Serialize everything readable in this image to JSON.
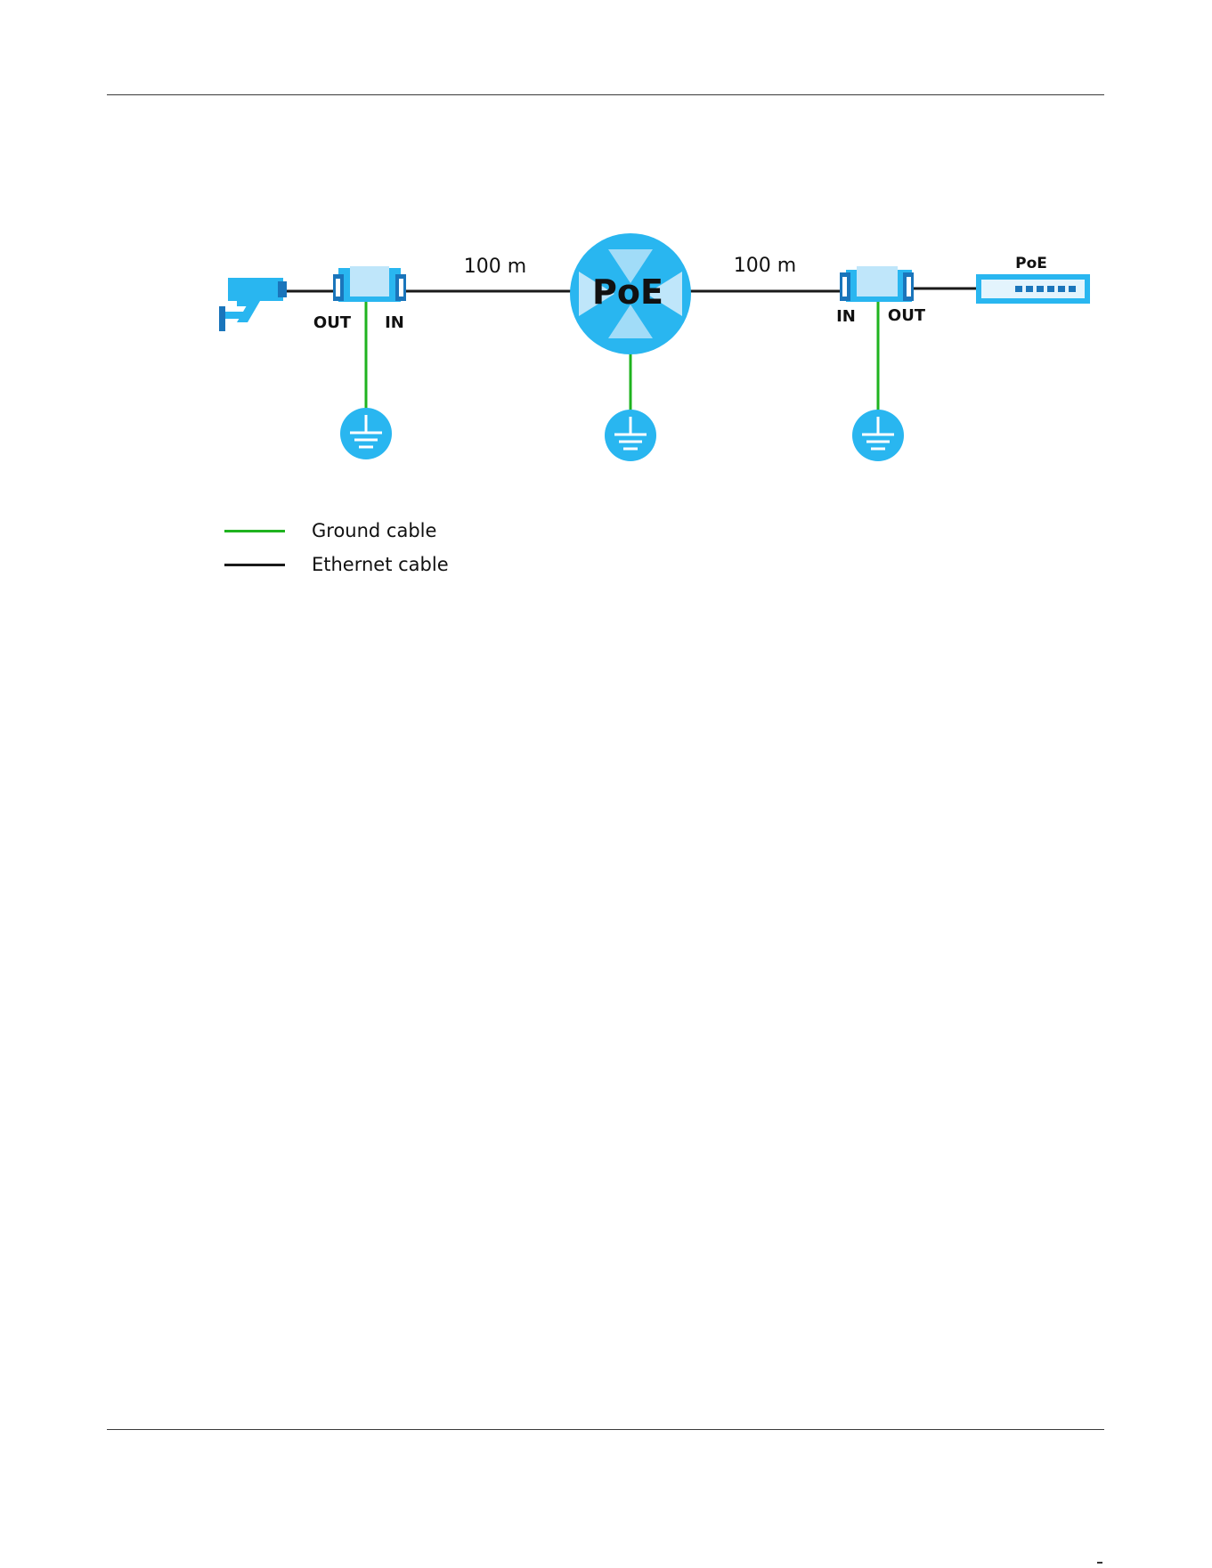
{
  "diagram": {
    "distance_left": "100 m",
    "distance_right": "100 m",
    "hub_label": "PoE",
    "switch_label": "PoE",
    "left_protector": {
      "out_label": "OUT",
      "in_label": "IN"
    },
    "right_protector": {
      "in_label": "IN",
      "out_label": "OUT"
    }
  },
  "legend": {
    "ground_label": "Ground cable",
    "ethernet_label": "Ethernet cable"
  },
  "colors": {
    "ground_cable": "#1fb31f",
    "ethernet_cable": "#1a1a1a",
    "device_blue": "#29b6f0",
    "device_dark_blue": "#1a75bb"
  }
}
